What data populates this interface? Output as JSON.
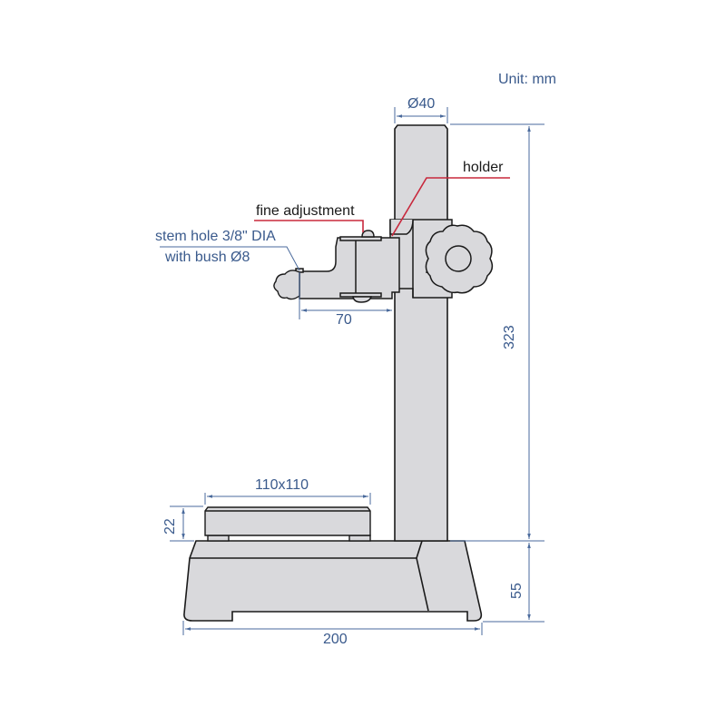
{
  "unit_label": "Unit: mm",
  "dimensions": {
    "column_diameter": "Ø40",
    "column_height": "323",
    "base_height": "55",
    "base_width": "200",
    "table_size": "110x110",
    "table_height": "22",
    "arm_reach": "70"
  },
  "callouts": {
    "holder": "holder",
    "fine_adjustment": "fine adjustment",
    "stem_hole_line1": "stem hole 3/8\" DIA",
    "stem_hole_line2": "with bush Ø8"
  },
  "colors": {
    "part_fill": "#d9d9dc",
    "outline": "#1a1a1a",
    "dimension": "#4a6a9c",
    "leader_red": "#c8283c",
    "background": "#ffffff"
  }
}
